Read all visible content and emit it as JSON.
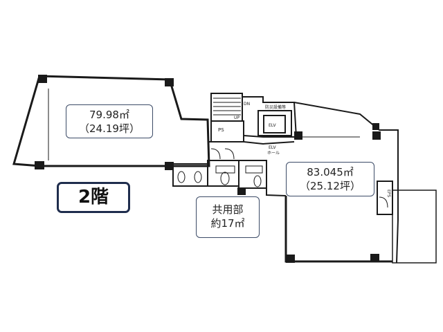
{
  "floor_badge": "2階",
  "areas": {
    "left": {
      "sqm": "79.98㎡",
      "tsubo": "（24.19坪）"
    },
    "right": {
      "sqm": "83.045㎡",
      "tsubo": "（25.12坪）"
    },
    "common": {
      "name": "共用部",
      "sqm": "約17㎡"
    }
  },
  "plan_labels": {
    "dn": "DN",
    "up": "UP",
    "ps": "PS",
    "elv": "ELV",
    "elv_hall": "ELV",
    "hall": "ホール",
    "fire_equipment": "防災設備等",
    "eps": "EPS"
  },
  "colors": {
    "wall": "#1a1a1a",
    "badge_border": "#1f2d4d",
    "box_border": "#3b4a66"
  }
}
